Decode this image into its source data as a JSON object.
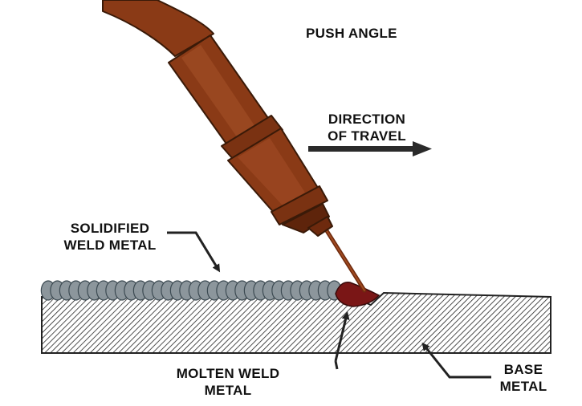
{
  "labels": {
    "push_angle": "PUSH ANGLE",
    "direction_of_travel": [
      "DIRECTION",
      "OF TRAVEL"
    ],
    "solidified_weld_metal": [
      "SOLIDIFIED",
      "WELD METAL"
    ],
    "molten_weld_metal": [
      "MOLTEN WELD",
      "METAL"
    ],
    "base_metal": [
      "BASE",
      "METAL"
    ]
  },
  "colors": {
    "torch": "#8a3a16",
    "torch_dark": "#5e240b",
    "torch_highlight": "#a8532a",
    "bead": "#8c969c",
    "bead_outline": "#3c4a52",
    "molten": "#7a1616",
    "hatch": "#222222",
    "arrow": "#2a2a2a"
  },
  "icons": {
    "travel_arrow": "arrow-right-icon",
    "callout_arrows": "arrowhead"
  }
}
